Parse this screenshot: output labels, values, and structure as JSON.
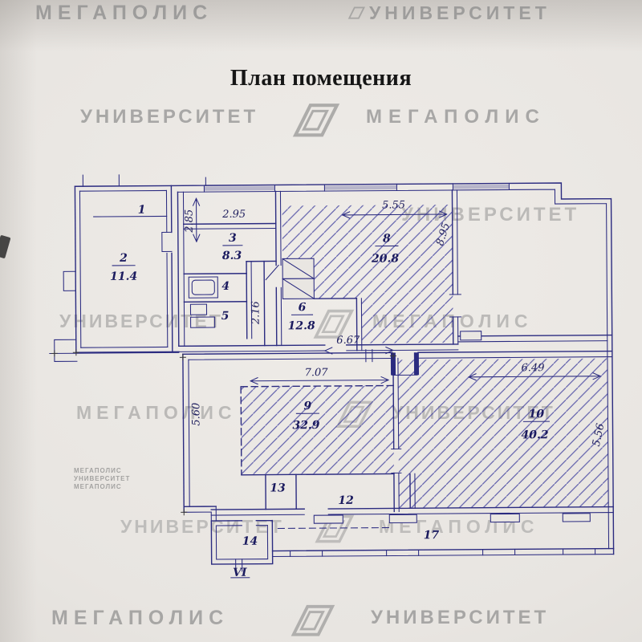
{
  "page": {
    "title": "План помещения"
  },
  "watermarks": {
    "megapolis": "МЕГАПОЛИС",
    "universitet": "УНИВЕРСИТЕТ",
    "fine_print": [
      "МЕГАПОЛИС",
      "УНИВЕРСИТЕТ",
      "МЕГАПОЛИС"
    ]
  },
  "plan": {
    "rooms": [
      {
        "num": "1",
        "area": ""
      },
      {
        "num": "2",
        "area": "11.4"
      },
      {
        "num": "3",
        "area": "8.3"
      },
      {
        "num": "4",
        "area": ""
      },
      {
        "num": "5",
        "area": ""
      },
      {
        "num": "6",
        "area": "12.8"
      },
      {
        "num": "8",
        "area": "20.8"
      },
      {
        "num": "9",
        "area": "32.9"
      },
      {
        "num": "10",
        "area": "40.2"
      },
      {
        "num": "12",
        "area": ""
      },
      {
        "num": "13",
        "area": ""
      },
      {
        "num": "14",
        "area": ""
      },
      {
        "num": "17",
        "area": ""
      }
    ],
    "dims": {
      "w285": "2.85",
      "w295": "2.95",
      "w555": "5.55",
      "w895": "8.95",
      "w216": "2.16",
      "w667": "6.67",
      "w707": "7.07",
      "w560": "5.60",
      "w649": "6.49",
      "w556": "5.56"
    },
    "entrance": "VI"
  },
  "colors": {
    "ink": "#2b2b80",
    "hatch": "#4444a0",
    "paper": "#e9e6e2",
    "watermark": "#8c8c8c",
    "title": "#161616"
  }
}
